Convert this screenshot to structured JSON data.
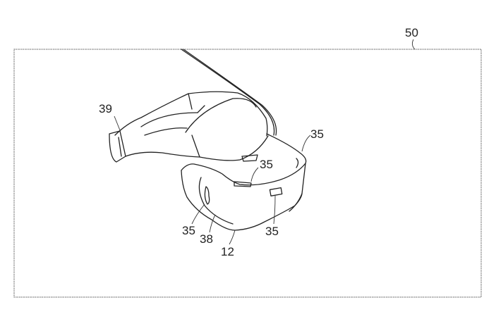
{
  "figure": {
    "frame_ref": "50",
    "labels": {
      "band_rear": "39",
      "marker_right_top": "35",
      "marker_top_center": "35",
      "marker_left": "35",
      "marker_front": "35",
      "front_cover": "38",
      "display_unit": "12"
    }
  }
}
